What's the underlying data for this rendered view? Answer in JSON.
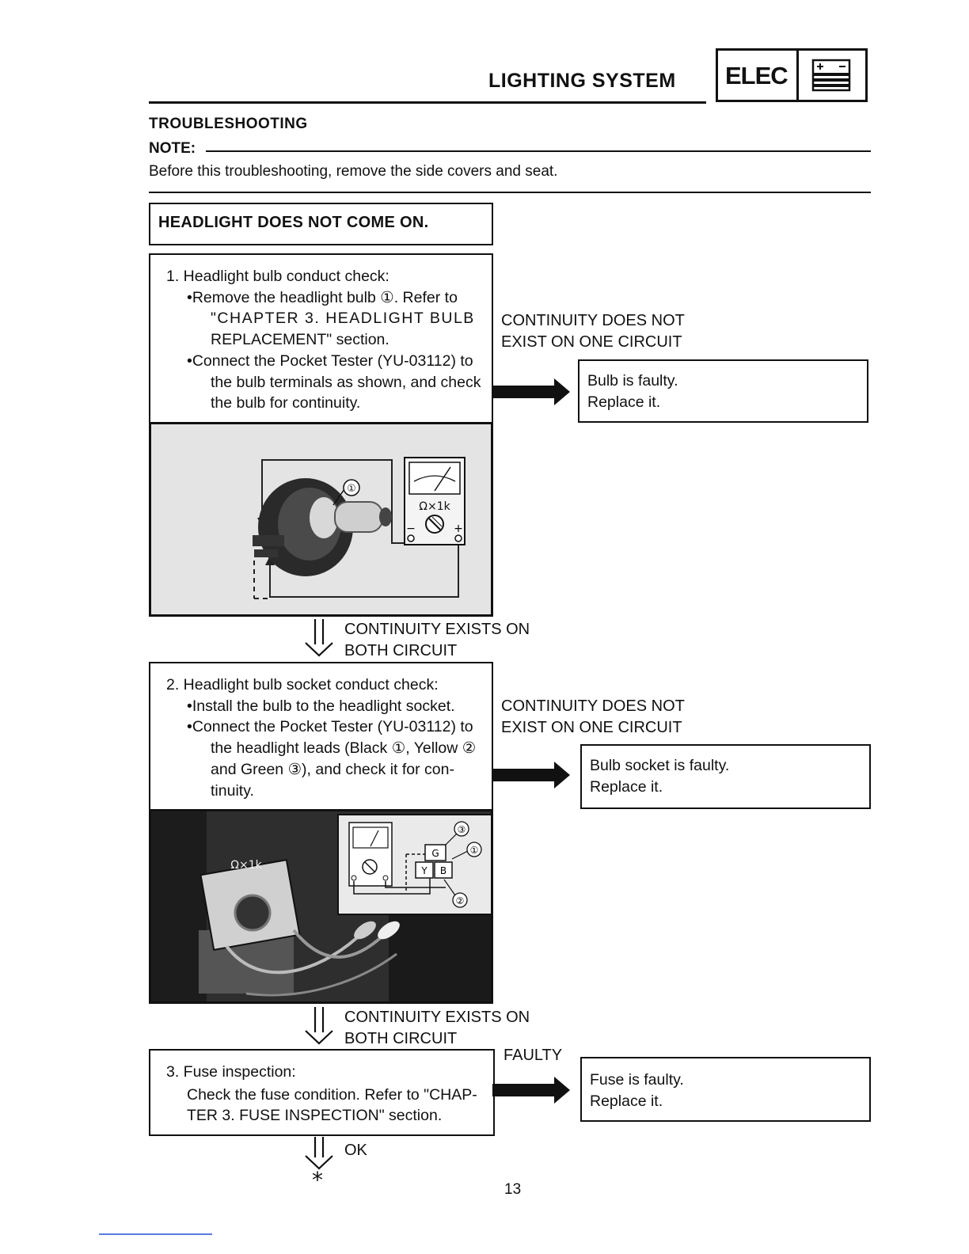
{
  "header": {
    "title": "LIGHTING SYSTEM",
    "section_tag": "ELEC",
    "section_icon": "battery-icon"
  },
  "section_title": "TROUBLESHOOTING",
  "note": {
    "label": "NOTE:",
    "text": "Before this troubleshooting, remove the side covers and seat."
  },
  "symptom": "HEADLIGHT DOES NOT COME ON.",
  "step1": {
    "title": "1. Headlight bulb conduct check:",
    "lines": [
      "•Remove the headlight bulb ①. Refer to",
      "\"CHAPTER 3. HEADLIGHT BULB",
      "REPLACEMENT\" section.",
      "•Connect the Pocket Tester (YU-03112) to",
      "the bulb terminals as shown, and check",
      "the bulb for continuity."
    ],
    "fail_condition": [
      "CONTINUITY DOES NOT",
      "EXIST ON ONE CIRCUIT"
    ],
    "result": [
      "Bulb is faulty.",
      "Replace it."
    ],
    "figure": {
      "callout": "①",
      "meter_label": "Ω×1k",
      "minus": "−",
      "plus": "+"
    },
    "pass_condition": [
      "CONTINUITY EXISTS ON",
      "BOTH CIRCUIT"
    ]
  },
  "step2": {
    "title": "2. Headlight bulb socket conduct check:",
    "lines": [
      "•Install the bulb to the headlight socket.",
      "•Connect the Pocket Tester (YU-03112) to",
      "the headlight leads (Black ①, Yellow ②",
      "and Green ③), and check it for con-",
      "tinuity."
    ],
    "fail_condition": [
      "CONTINUITY DOES NOT",
      "EXIST ON ONE CIRCUIT"
    ],
    "result": [
      "Bulb socket is faulty.",
      "Replace it."
    ],
    "figure": {
      "callouts": [
        "③",
        "①",
        "②"
      ],
      "terminals": [
        "G",
        "Y",
        "B"
      ],
      "meter_label": "Ω×1k"
    },
    "pass_condition": [
      "CONTINUITY EXISTS ON",
      "BOTH CIRCUIT"
    ]
  },
  "step3": {
    "title": "3. Fuse inspection:",
    "lines": [
      "Check the fuse condition. Refer to \"CHAP-",
      "TER 3. FUSE INSPECTION\" section."
    ],
    "fail_condition": "FAULTY",
    "result": [
      "Fuse is faulty.",
      "Replace it."
    ],
    "pass_condition": "OK",
    "continue_marker": "*"
  },
  "page_number": "13"
}
